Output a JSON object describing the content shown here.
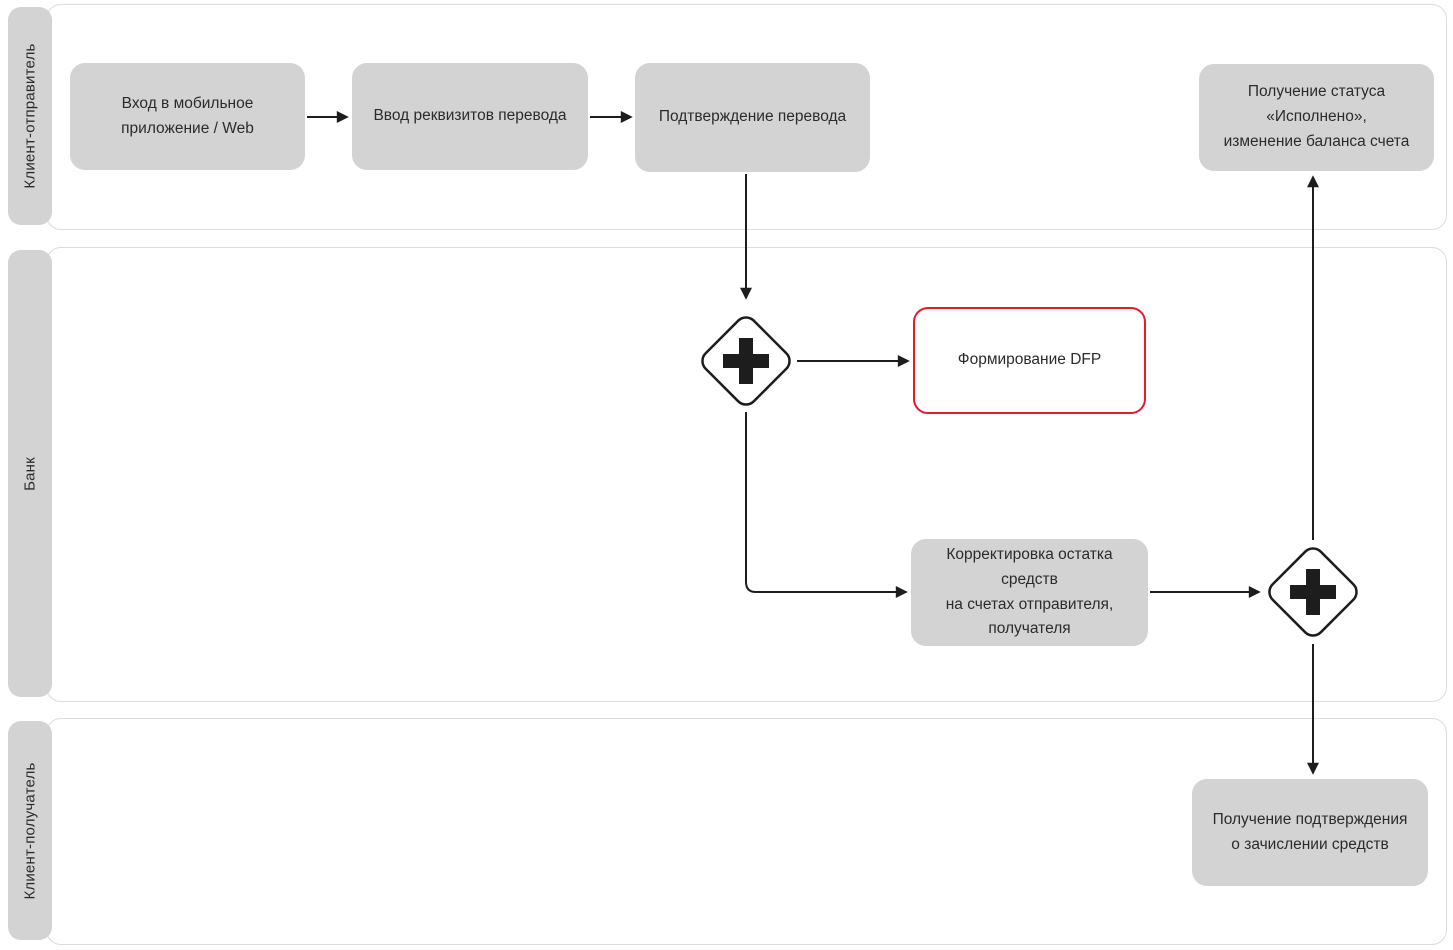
{
  "diagram_title": "",
  "colors": {
    "task_fill": "#d3d3d4",
    "lane_border": "#dcdcdd",
    "flow_line": "#1d1d1d",
    "highlight_border": "#e8192d",
    "text": "#2b2b2b"
  },
  "lanes": [
    {
      "id": "client-sender",
      "label": "Клиент-отправитель"
    },
    {
      "id": "bank",
      "label": "Банк"
    },
    {
      "id": "client-recipient",
      "label": "Клиент-получатель"
    }
  ],
  "nodes": {
    "login": {
      "label": "Вход в мобильное\nприложение / Web",
      "lane": "client-sender"
    },
    "enter_details": {
      "label": "Ввод реквизитов перевода",
      "lane": "client-sender"
    },
    "confirm_transfer": {
      "label": "Подтверждение перевода",
      "lane": "client-sender"
    },
    "status_received": {
      "label": "Получение статуса «Исполнено»,\nизменение баланса счета",
      "lane": "client-sender"
    },
    "dfp_generation": {
      "label": "Формирование DFP",
      "lane": "bank",
      "highlighted": true
    },
    "balance_adjustment": {
      "label": "Корректировка остатка средств\nна счетах отправителя, получателя",
      "lane": "bank"
    },
    "credit_confirmation": {
      "label": "Получение подтверждения\nо зачислении средств",
      "lane": "client-recipient"
    }
  },
  "gateways": [
    {
      "id": "gateway-1",
      "type": "parallel",
      "symbol": "plus-icon",
      "lane": "bank"
    },
    {
      "id": "gateway-2",
      "type": "parallel",
      "symbol": "plus-icon",
      "lane": "bank"
    }
  ],
  "flows": [
    {
      "from": "login",
      "to": "enter_details"
    },
    {
      "from": "enter_details",
      "to": "confirm_transfer"
    },
    {
      "from": "confirm_transfer",
      "to": "gateway-1"
    },
    {
      "from": "gateway-1",
      "to": "dfp_generation"
    },
    {
      "from": "gateway-1",
      "to": "balance_adjustment"
    },
    {
      "from": "balance_adjustment",
      "to": "gateway-2"
    },
    {
      "from": "gateway-2",
      "to": "status_received"
    },
    {
      "from": "gateway-2",
      "to": "credit_confirmation"
    }
  ]
}
